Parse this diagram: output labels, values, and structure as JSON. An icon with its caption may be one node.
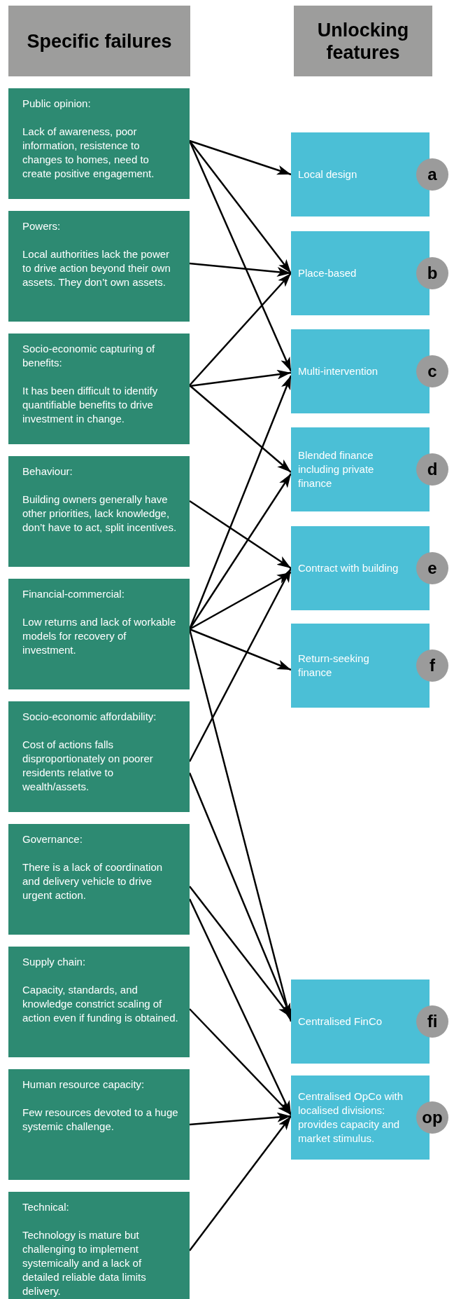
{
  "diagram": {
    "nodes": [
      {
        "text": [
          "Specific failures"
        ]
      },
      {
        "text": [
          "Unlocking features"
        ]
      },
      {
        "text": [
          "Public opinion:",
          "Lack of awareness, poor information, resistence to changes to homes, need to create positive engagement."
        ]
      },
      {
        "text": [
          "Powers:",
          "Local authorities lack the power to drive action beyond their own assets. They don’t own assets."
        ]
      },
      {
        "text": [
          "Socio-economic capturing of benefits:",
          "It has been difficult to identify quantifiable benefits to drive investment in change."
        ]
      },
      {
        "text": [
          "Behaviour:",
          "Building owners generally have other priorities, lack knowledge, don’t have to act, split incentives."
        ]
      },
      {
        "text": [
          "Financial-commercial:",
          "Low returns and lack of workable models for recovery of investment."
        ]
      },
      {
        "text": [
          "Socio-economic affordability:",
          "Cost of actions falls disproportionately on poorer residents relative to wealth/assets."
        ]
      },
      {
        "text": [
          "Governance:",
          "There is a lack of coordination and delivery vehicle to drive urgent action."
        ]
      },
      {
        "text": [
          "Supply chain:",
          "Capacity, standards, and knowledge constrict scaling of action even if funding is obtained."
        ]
      },
      {
        "text": [
          "Human resource capacity:",
          "Few resources devoted to a huge systemic challenge."
        ]
      },
      {
        "text": [
          "Technical:",
          "Technology is mature but challenging to implement systemically and a lack of detailed reliable data limits delivery."
        ]
      },
      {
        "text": [
          "Local design"
        ],
        "beside": [
          "a"
        ]
      },
      {
        "text": [
          "Place-based"
        ],
        "beside": [
          "b"
        ]
      },
      {
        "text": [
          "Multi-intervention"
        ],
        "beside": [
          "c"
        ]
      },
      {
        "text": [
          "Blended finance including private finance"
        ],
        "beside": [
          "d"
        ]
      },
      {
        "text": [
          "Contract with building"
        ],
        "beside": [
          "e"
        ]
      },
      {
        "text": [
          "Return-seeking finance"
        ],
        "beside": [
          "f"
        ]
      },
      {
        "text": [
          "Centralised FinCo"
        ],
        "beside": [
          "fi"
        ]
      },
      {
        "text": [
          "Centralised OpCo with localised divisions: provides capacity and market stimulus."
        ],
        "beside": [
          "op"
        ]
      }
    ],
    "edges": [
      {
        "from": 2,
        "to": 12,
        "arrow": "to"
      },
      {
        "from": 2,
        "to": 13,
        "arrow": "to"
      },
      {
        "from": 2,
        "to": 14,
        "arrow": "to"
      },
      {
        "from": 3,
        "to": 13,
        "arrow": "to"
      },
      {
        "from": 4,
        "to": 13,
        "arrow": "to"
      },
      {
        "from": 4,
        "to": 14,
        "arrow": "to"
      },
      {
        "from": 4,
        "to": 15,
        "arrow": "to"
      },
      {
        "from": 5,
        "to": 16,
        "arrow": "to"
      },
      {
        "from": 6,
        "to": 14,
        "arrow": "to"
      },
      {
        "from": 6,
        "to": 15,
        "arrow": "to"
      },
      {
        "from": 6,
        "to": 16,
        "arrow": "to"
      },
      {
        "from": 6,
        "to": 17,
        "arrow": "to"
      },
      {
        "from": 6,
        "to": 18,
        "arrow": "to"
      },
      {
        "from": 7,
        "to": 16,
        "arrow": "to"
      },
      {
        "from": 7,
        "to": 18,
        "arrow": "to"
      },
      {
        "from": 8,
        "to": 18,
        "arrow": "to"
      },
      {
        "from": 8,
        "to": 19,
        "arrow": "to"
      },
      {
        "from": 9,
        "to": 19,
        "arrow": "to"
      },
      {
        "from": 10,
        "to": 19,
        "arrow": "to"
      },
      {
        "from": 11,
        "to": 19,
        "arrow": "to"
      }
    ]
  }
}
